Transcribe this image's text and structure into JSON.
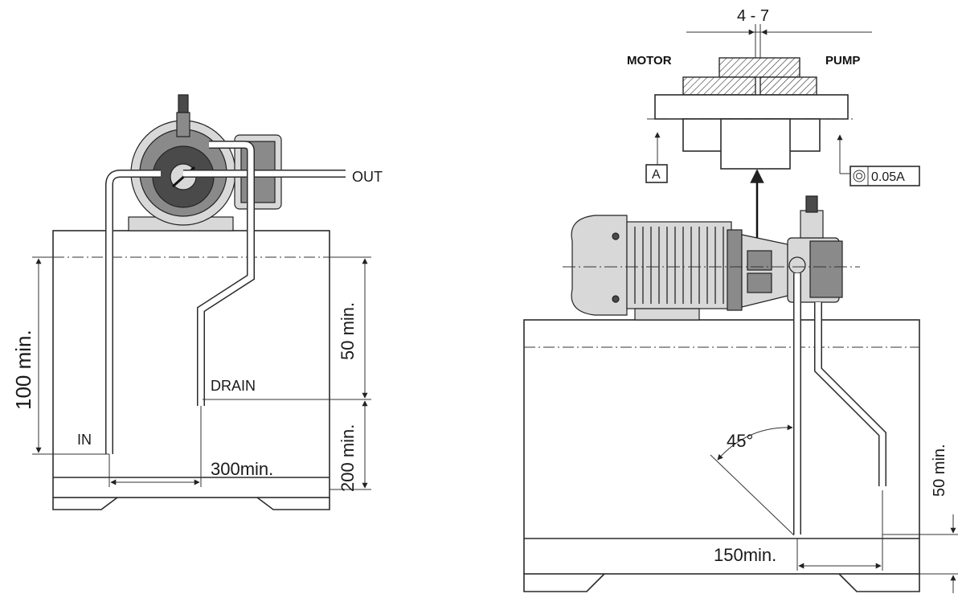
{
  "left_view": {
    "label_out": "OUT",
    "label_in": "IN",
    "label_drain": "DRAIN",
    "dim_100": "100 min.",
    "dim_50": "50 min.",
    "dim_200": "200 min.",
    "dim_300": "300min."
  },
  "right_view": {
    "label_motor": "MOTOR",
    "label_pump": "PUMP",
    "dim_gap": "4 - 7",
    "datum_a": "A",
    "tolerance": "0.05A",
    "angle": "45°",
    "dim_150": "150min.",
    "dim_50": "50 min."
  }
}
